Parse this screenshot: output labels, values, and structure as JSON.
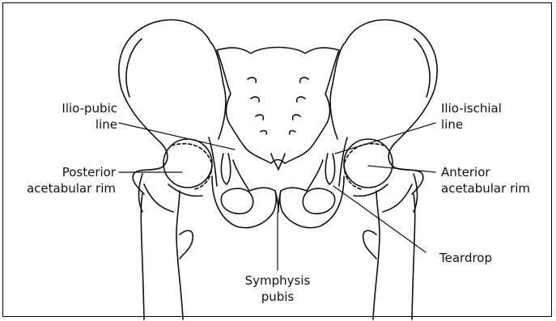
{
  "labels": {
    "ilio_pubic": [
      "Ilio-pubic",
      "line"
    ],
    "posterior_rim": [
      "Posterior",
      "acetabular rim"
    ],
    "ilio_ischial": [
      "Ilio-ischial",
      "line"
    ],
    "anterior_rim": [
      "Anterior",
      "acetabular rim"
    ],
    "teardrop": "Teardrop",
    "symphysis": [
      "Symphysis",
      "pubis"
    ]
  },
  "colors": {
    "line": "#111111",
    "background": "#ffffff"
  }
}
